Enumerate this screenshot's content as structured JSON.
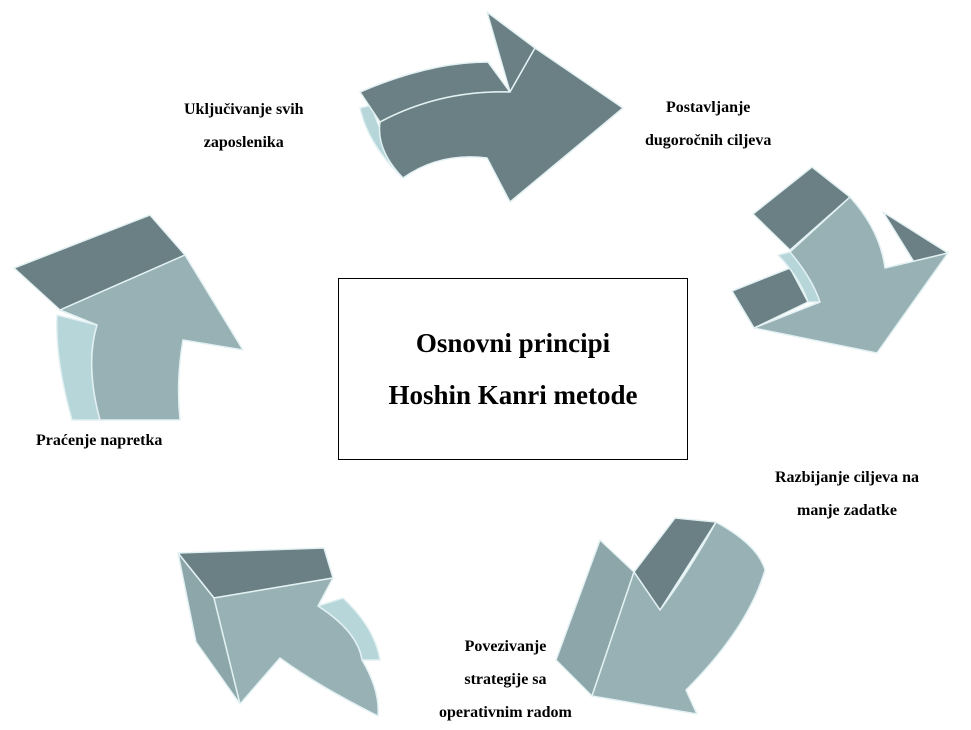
{
  "title": {
    "line1": "Osnovni principi",
    "line2": "Hoshin Kanri metode"
  },
  "steps": [
    {
      "lines": [
        "Postavljanje",
        "dugoročnih ciljeva"
      ]
    },
    {
      "lines": [
        "Razbijanje ciljeva na",
        "manje zadatke"
      ]
    },
    {
      "lines": [
        "Povezivanje",
        "strategije sa",
        "operativnim radom"
      ]
    },
    {
      "lines": [
        "Praćenje napretka"
      ]
    },
    {
      "lines": [
        "Uključivanje svih",
        "zaposlenika"
      ]
    }
  ],
  "colors": {
    "arrow_face": "#97b1b5",
    "arrow_top": "#6a8084",
    "arrow_side": "#8da6aa",
    "arrow_inner": "#b6d6da",
    "arrow_outline": "#e3f1f3",
    "text": "#000000",
    "box_border": "#000000"
  }
}
